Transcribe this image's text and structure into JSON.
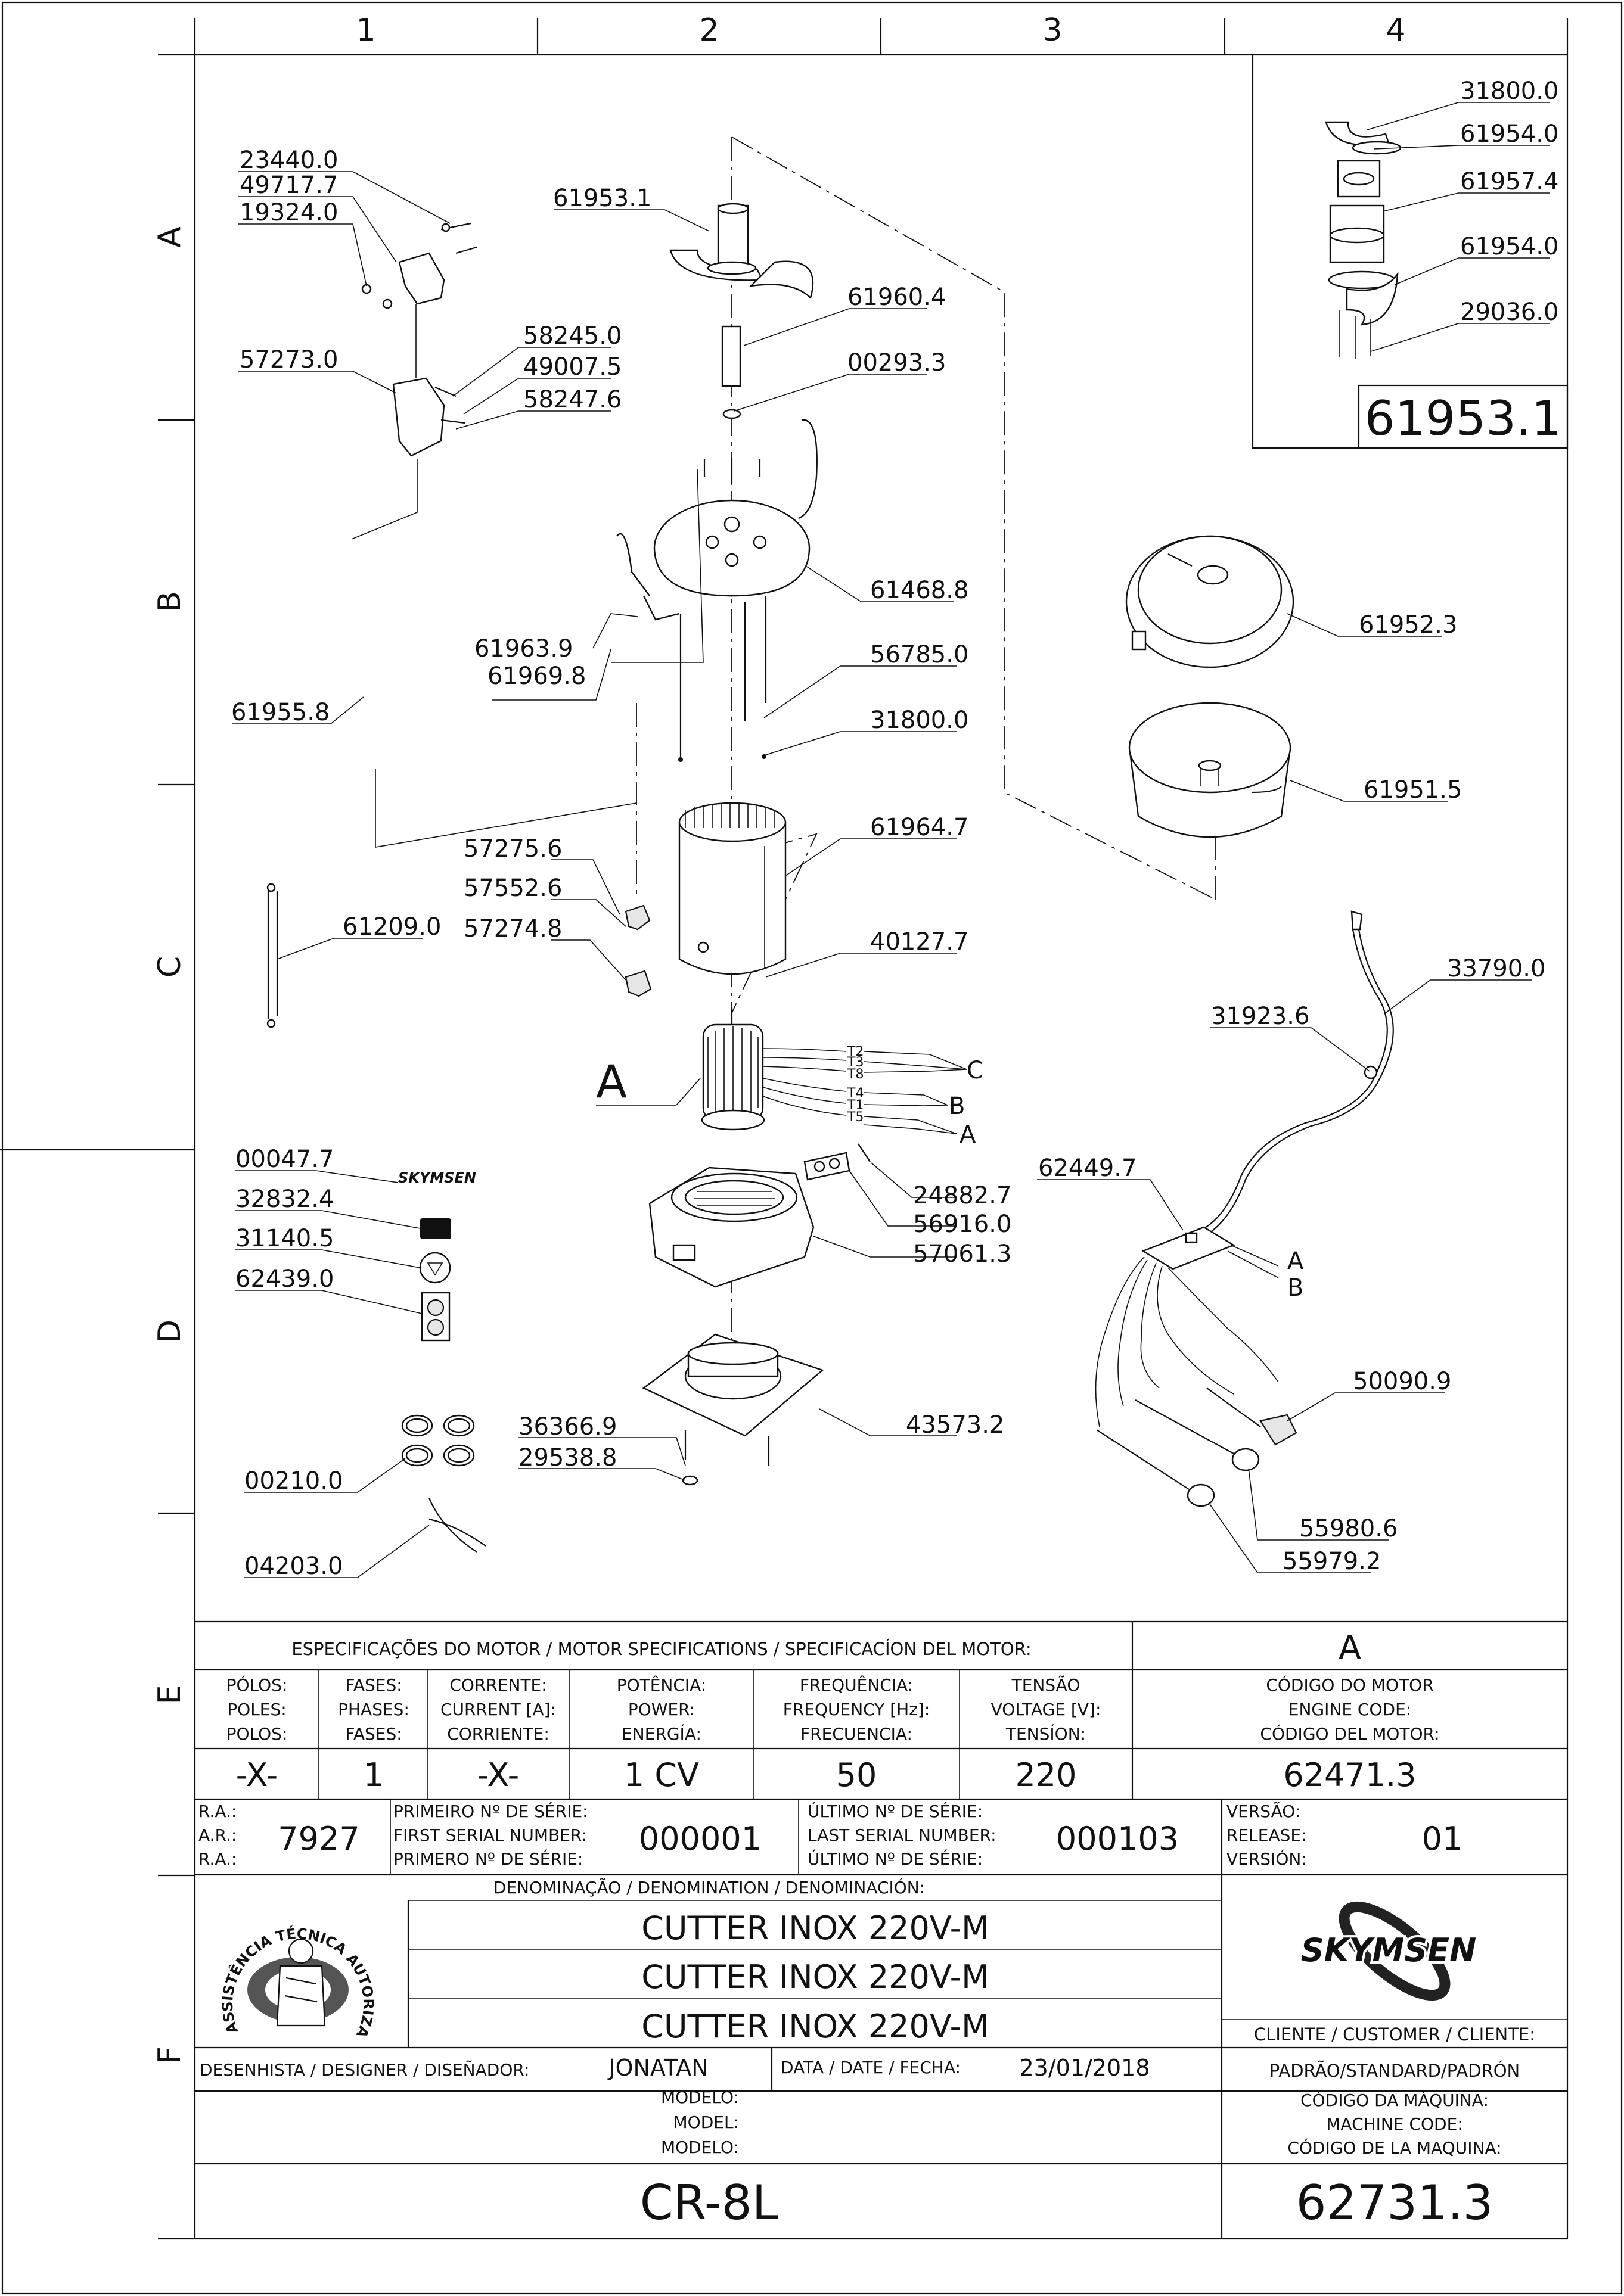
{
  "zones": {
    "columns": [
      "1",
      "2",
      "3",
      "4"
    ],
    "rows": [
      "A",
      "B",
      "C",
      "D",
      "E",
      "F"
    ]
  },
  "detail": {
    "title": "61953.1"
  },
  "callouts": [
    {
      "id": "23440.0"
    },
    {
      "id": "49717.7"
    },
    {
      "id": "19324.0"
    },
    {
      "id": "61953.1"
    },
    {
      "id": "61960.4"
    },
    {
      "id": "00293.3"
    },
    {
      "id": "58245.0"
    },
    {
      "id": "49007.5"
    },
    {
      "id": "58247.6"
    },
    {
      "id": "57273.0"
    },
    {
      "id": "61468.8"
    },
    {
      "id": "61963.9"
    },
    {
      "id": "61969.8"
    },
    {
      "id": "56785.0"
    },
    {
      "id": "31800.0"
    },
    {
      "id": "61955.8"
    },
    {
      "id": "61964.7"
    },
    {
      "id": "57275.6"
    },
    {
      "id": "57552.6"
    },
    {
      "id": "57274.8"
    },
    {
      "id": "40127.7"
    },
    {
      "id": "61209.0"
    },
    {
      "id": "00047.7"
    },
    {
      "id": "32832.4"
    },
    {
      "id": "31140.5"
    },
    {
      "id": "62439.0"
    },
    {
      "id": "24882.7"
    },
    {
      "id": "56916.0"
    },
    {
      "id": "57061.3"
    },
    {
      "id": "36366.9"
    },
    {
      "id": "29538.8"
    },
    {
      "id": "43573.2"
    },
    {
      "id": "00210.0"
    },
    {
      "id": "04203.0"
    },
    {
      "id": "31800.0"
    },
    {
      "id": "61954.0"
    },
    {
      "id": "61957.4"
    },
    {
      "id": "61954.0"
    },
    {
      "id": "29036.0"
    },
    {
      "id": "61952.3"
    },
    {
      "id": "61951.5"
    },
    {
      "id": "33790.0"
    },
    {
      "id": "31923.6"
    },
    {
      "id": "62449.7"
    },
    {
      "id": "50090.9"
    },
    {
      "id": "55980.6"
    },
    {
      "id": "55979.2"
    }
  ],
  "motor_label": "A",
  "wire_terminals": [
    "T2",
    "T3",
    "T8",
    "T4",
    "T1",
    "T5"
  ],
  "wire_groups": [
    "C",
    "B",
    "A"
  ],
  "board_outputs": [
    "A",
    "B"
  ],
  "sticker_brand": "SKYMSEN",
  "title_block": {
    "spec_header": "ESPECIFICAÇÕES DO MOTOR / MOTOR SPECIFICATIONS / SPECIFICACÍON DEL MOTOR:",
    "motor_ref": "A",
    "columns": [
      {
        "labels": [
          "PÓLOS:",
          "POLES:",
          "POLOS:"
        ],
        "value": "-X-"
      },
      {
        "labels": [
          "FASES:",
          "PHASES:",
          "FASES:"
        ],
        "value": "1"
      },
      {
        "labels": [
          "CORRENTE:",
          "CURRENT [A]:",
          "CORRIENTE:"
        ],
        "value": "-X-"
      },
      {
        "labels": [
          "POTÊNCIA:",
          "POWER:",
          "ENERGÍA:"
        ],
        "value": "1 CV"
      },
      {
        "labels": [
          "FREQUÊNCIA:",
          "FREQUENCY [Hz]:",
          "FRECUENCIA:"
        ],
        "value": "50"
      },
      {
        "labels": [
          "TENSÃO",
          "VOLTAGE [V]:",
          "TENSÍON:"
        ],
        "value": "220"
      },
      {
        "labels": [
          "CÓDIGO DO MOTOR",
          "ENGINE CODE:",
          "CÓDIGO DEL MOTOR:"
        ],
        "value": "62471.3"
      }
    ],
    "ra_labels": [
      "R.A.:",
      "A.R.:",
      "R.A.:"
    ],
    "ra_value": "7927",
    "first_serial_labels": [
      "PRIMEIRO Nº DE SÉRIE:",
      "FIRST SERIAL NUMBER:",
      "PRIMERO Nº DE SÉRIE:"
    ],
    "first_serial": "000001",
    "last_serial_labels": [
      "ÚLTIMO Nº DE SÉRIE:",
      "LAST SERIAL NUMBER:",
      "ÚLTIMO Nº DE SÉRIE:"
    ],
    "last_serial": "000103",
    "version_labels": [
      "VERSÃO:",
      "RELEASE:",
      "VERSIÓN:"
    ],
    "version": "01",
    "denomination_header": "DENOMINAÇÃO / DENOMINATION / DENOMINACIÓN:",
    "denominations": [
      "CUTTER INOX 220V-M",
      "CUTTER INOX 220V-M",
      "CUTTER INOX 220V-M"
    ],
    "seal_text": "ASSISTÊNCIA TÉCNICA AUTORIZADA",
    "brand": "SKYMSEN",
    "customer_label": "CLIENTE / CUSTOMER / CLIENTE:",
    "customer_value": "PADRÃO/STANDARD/PADRÓN",
    "designer_label": "DESENHISTA / DESIGNER / DISEÑADOR:",
    "designer": "JONATAN",
    "date_label": "DATA / DATE / FECHA:",
    "date": "23/01/2018",
    "model_labels": [
      "MODELO:",
      "MODEL:",
      "MODELO:"
    ],
    "model": "CR-8L",
    "machine_code_labels": [
      "CÓDIGO DA MÁQUINA:",
      "MACHINE CODE:",
      "CÓDIGO DE LA MAQUINA:"
    ],
    "machine_code": "62731.3"
  }
}
